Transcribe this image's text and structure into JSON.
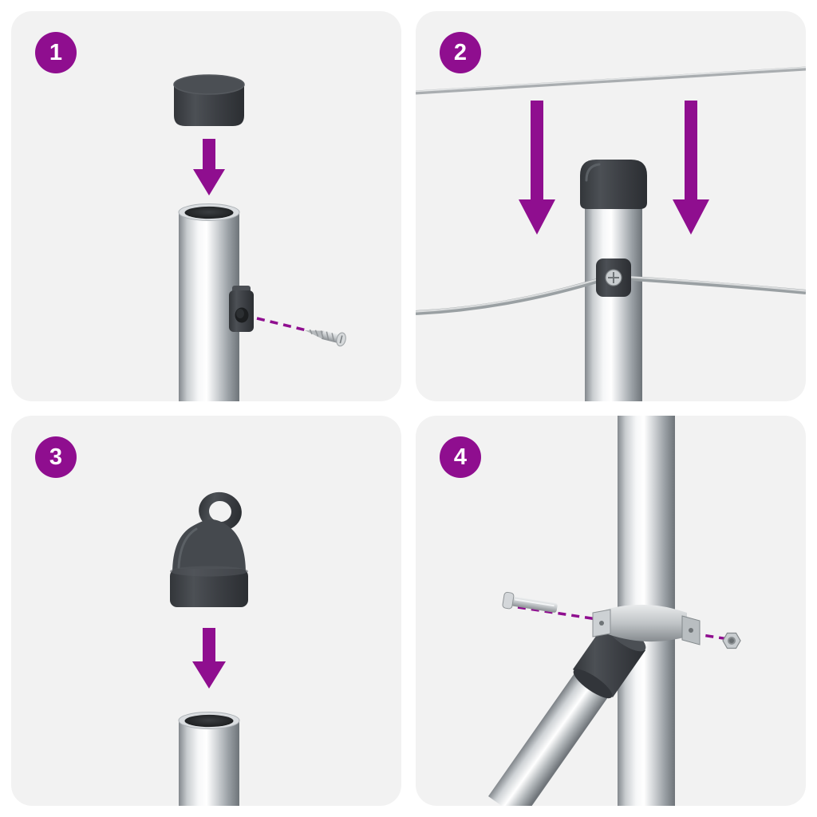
{
  "sheet": {
    "type": "assembly-instructions",
    "step_count": 4
  },
  "colors": {
    "canvas_bg": "#ffffff",
    "panel_bg": "#f2f2f2",
    "accent": "#8f0e8f",
    "badge_text": "#ffffff",
    "dark_part": "#3b3e43",
    "metal_light": "#f6f7f8",
    "metal_mid": "#b9bdc1",
    "metal_dark": "#6e7479",
    "wire": "#9aa0a3"
  },
  "steps": [
    {
      "number": "1",
      "illustration": "cap-lowered-onto-post-with-clamp-and-screw",
      "parts": [
        "post-cap",
        "down-arrow",
        "post",
        "wire-clamp",
        "screw"
      ]
    },
    {
      "number": "2",
      "illustration": "wires-lowered-onto-capped-post-clamp",
      "parts": [
        "upper-wire",
        "down-arrow",
        "down-arrow",
        "capped-post",
        "wire-clamp",
        "lower-wire"
      ]
    },
    {
      "number": "3",
      "illustration": "eye-cap-lowered-onto-post",
      "parts": [
        "eye-cap",
        "down-arrow",
        "post"
      ]
    },
    {
      "number": "4",
      "illustration": "diagonal-brace-clamped-to-post-with-bolt-and-nut",
      "parts": [
        "post",
        "diagonal-brace",
        "brace-connector",
        "pipe-clamp",
        "bolt",
        "nut"
      ]
    }
  ]
}
